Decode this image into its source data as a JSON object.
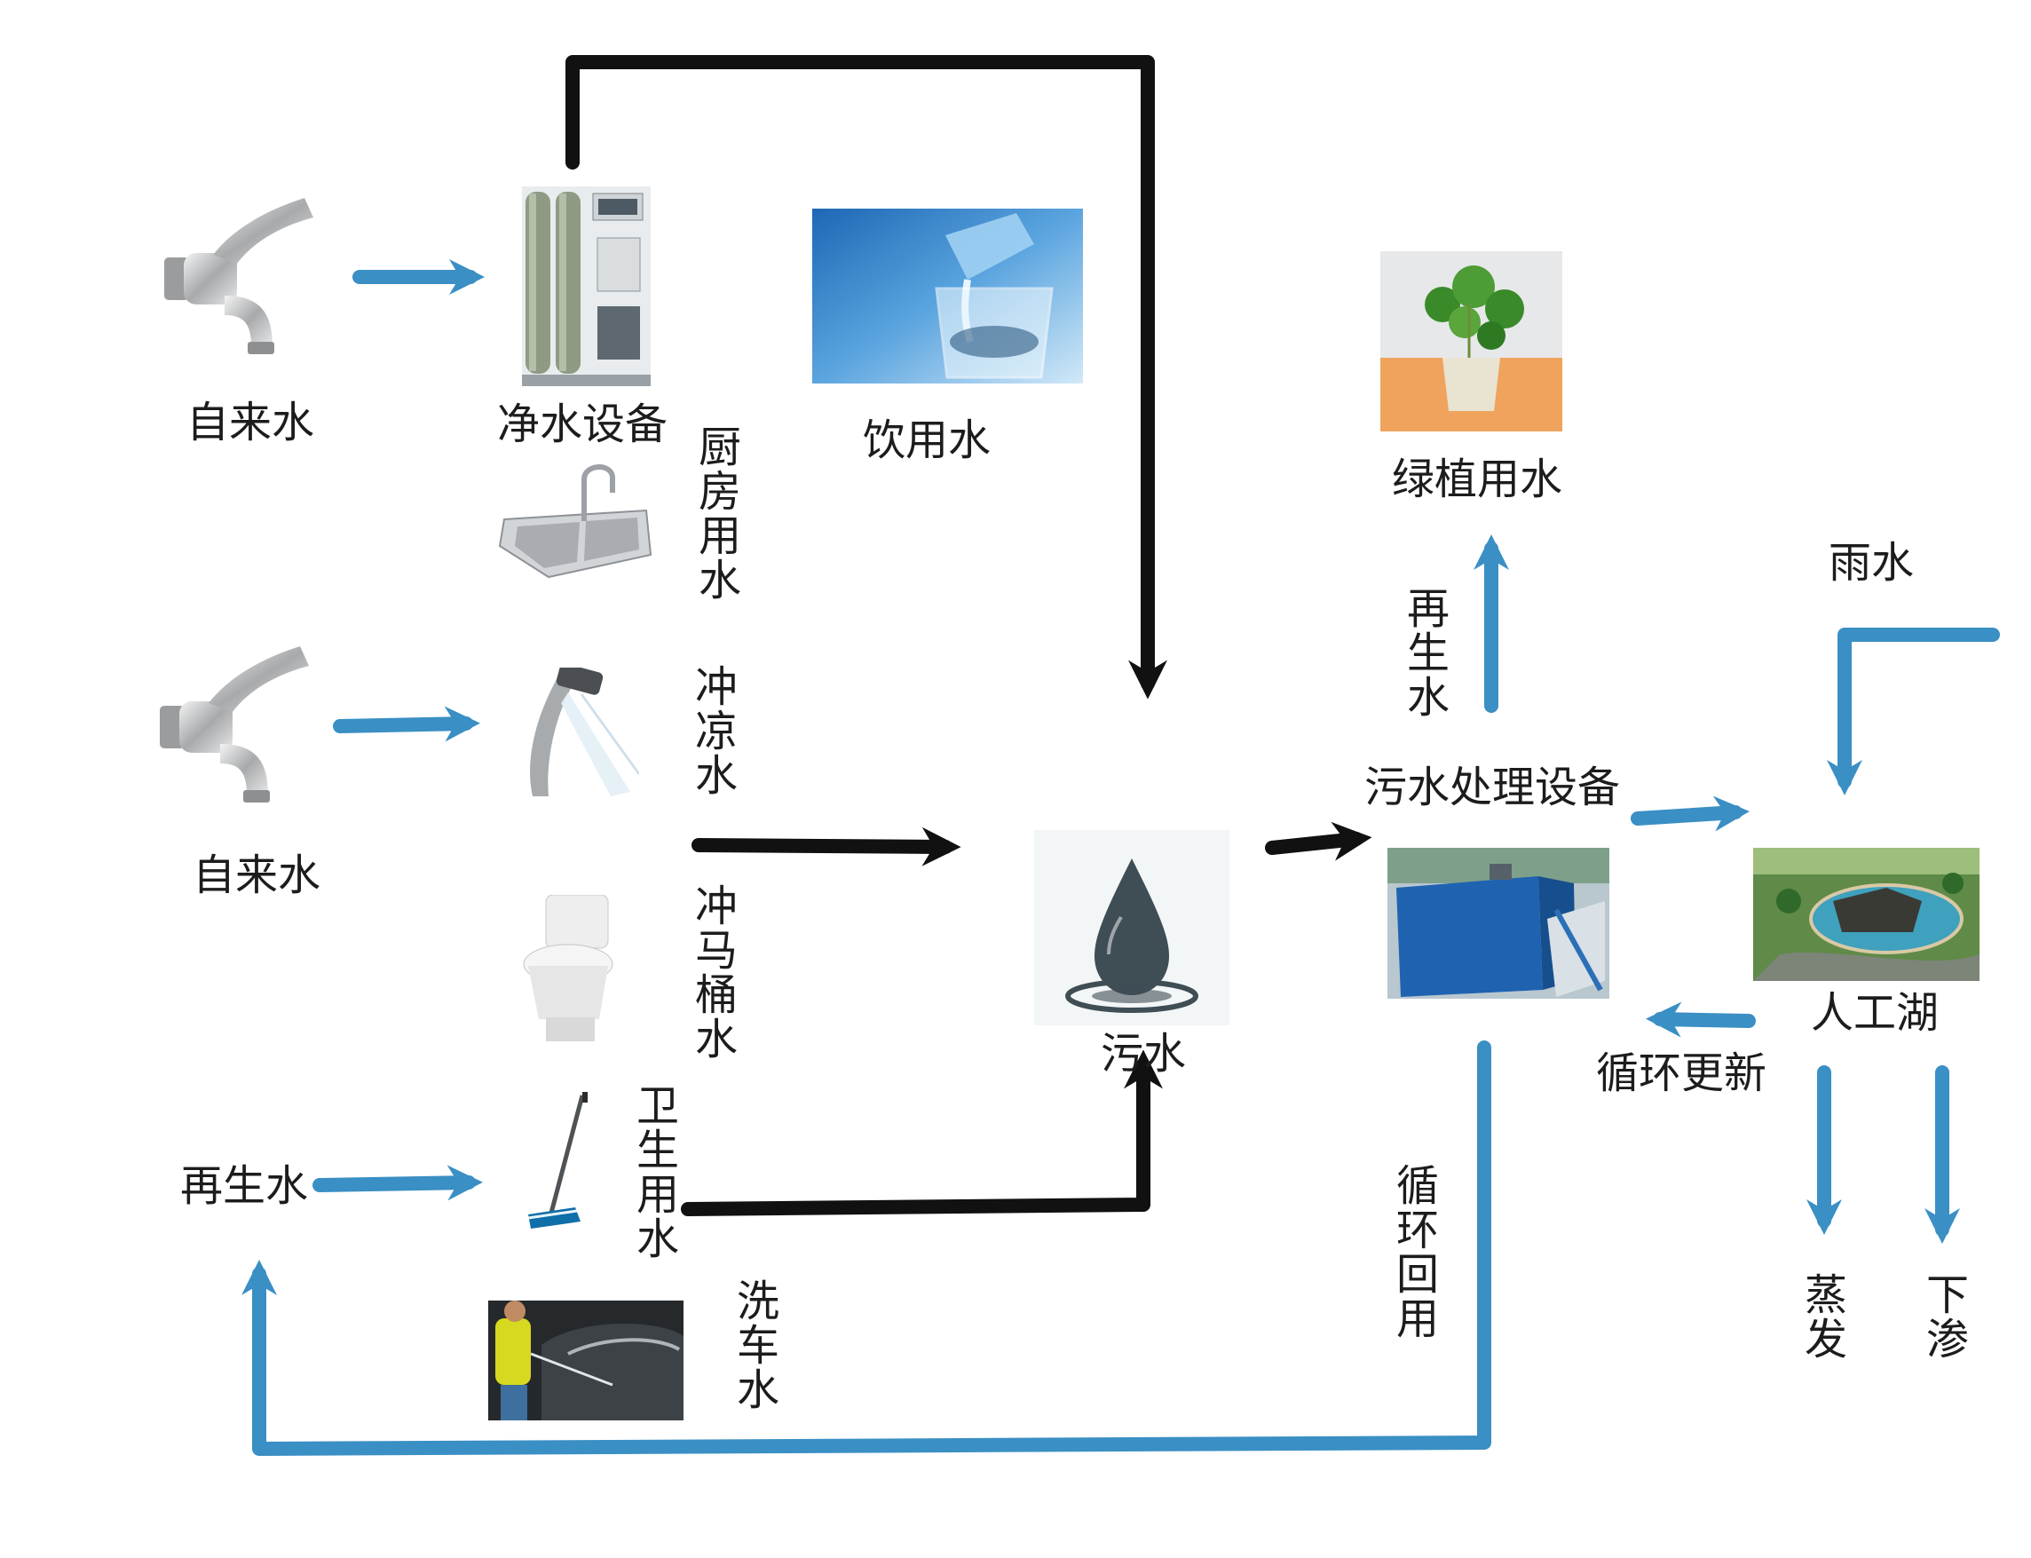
{
  "colors": {
    "flow_blue": "#3a8fc4",
    "flow_black": "#111111"
  },
  "icons": [
    "faucet-icon",
    "water-purifier-icon",
    "drinking-water-icon",
    "kitchen-sink-icon",
    "shower-head-icon",
    "toilet-icon",
    "mop-icon",
    "car-wash-icon",
    "water-drop-icon",
    "sewage-treatment-tank-icon",
    "potted-plant-icon",
    "artificial-lake-icon"
  ],
  "labels": {
    "tap_water_1": "自来水",
    "purifier": "净水设备",
    "drinking_water": "饮用水",
    "kitchen_water": "厨房用水",
    "tap_water_2": "自来水",
    "shower_water": "冲凉水",
    "toilet_water": "冲马桶水",
    "reclaimed_water": "再生水",
    "sanitation_water": "卫生用水",
    "car_wash_water": "洗车水",
    "sewage": "污水",
    "treatment_equipment": "污水处理设备",
    "plant_water": "绿植用水",
    "reclaimed_water_up": "再生水",
    "rainwater": "雨水",
    "artificial_lake": "人工湖",
    "circulation_renewal": "循环更新",
    "recycle_reuse": "循环回用",
    "evaporation": "蒸发",
    "seepage": "下渗"
  }
}
